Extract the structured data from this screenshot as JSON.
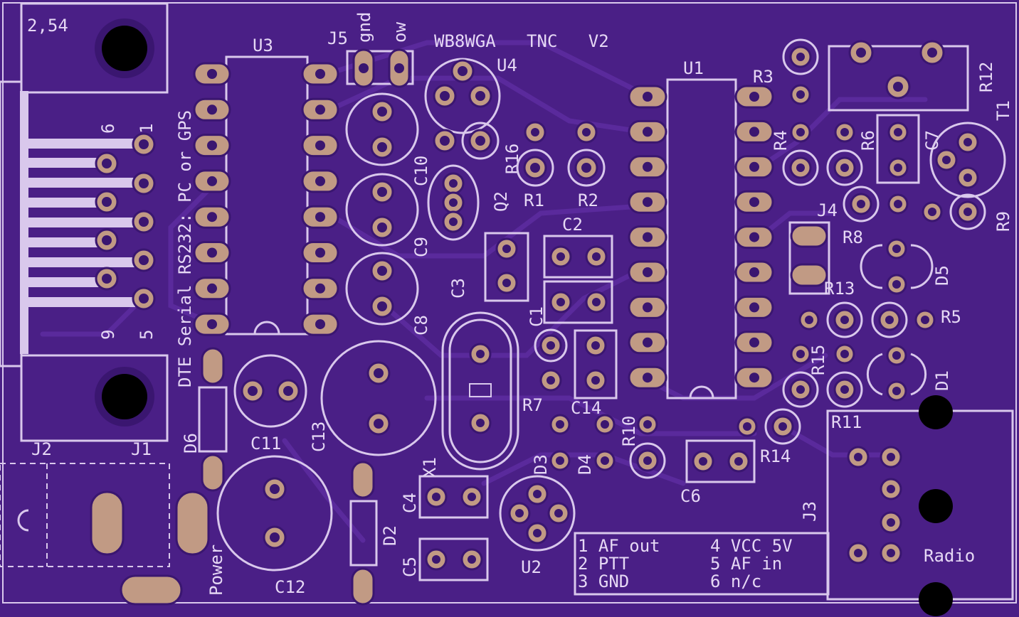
{
  "board": {
    "title": "WB8WGA   TNC   V2",
    "pitch": "2,54",
    "serial_label": "DTE Serial RS232: PC or GPS",
    "pin_labels": {
      "six": "6",
      "one": "1",
      "nine": "9",
      "five": "5"
    },
    "j5_gnd": "gnd",
    "j5_ow": "ow",
    "power": "Power",
    "radio": "Radio",
    "legend": {
      "l1": "1 AF out",
      "l2": "2 PTT",
      "l3": "3 GND",
      "l4": "4 VCC 5V",
      "l5": "5 AF in",
      "l6": "6 n/c"
    }
  },
  "refdes": {
    "U3": "U3",
    "U4": "U4",
    "U1": "U1",
    "U2": "U2",
    "J5": "J5",
    "J4": "J4",
    "J3": "J3",
    "J2": "J2",
    "J1": "J1",
    "R1": "R1",
    "R2": "R2",
    "R3": "R3",
    "R4": "R4",
    "R5": "R5",
    "R6": "R6",
    "R7": "R7",
    "R8": "R8",
    "R9": "R9",
    "R10": "R10",
    "R11": "R11",
    "R12": "R12",
    "R13": "R13",
    "R14": "R14",
    "R15": "R15",
    "R16": "R16",
    "C1": "C1",
    "C2": "C2",
    "C3": "C3",
    "C4": "C4",
    "C5": "C5",
    "C6": "C6",
    "C7": "C7",
    "C8": "C8",
    "C9": "C9",
    "C10": "C10",
    "C11": "C11",
    "C12": "C12",
    "C13": "C13",
    "C14": "C14",
    "D1": "D1",
    "D2": "D2",
    "D3": "D3",
    "D4": "D4",
    "D5": "D5",
    "D6": "D6",
    "Q2": "Q2",
    "T1": "T1",
    "X1": "X1"
  },
  "colors": {
    "board": "#4a1f86",
    "silkscreen": "#d9c8ec",
    "pad": "#c19a84",
    "trace": "#5a2a9c"
  }
}
